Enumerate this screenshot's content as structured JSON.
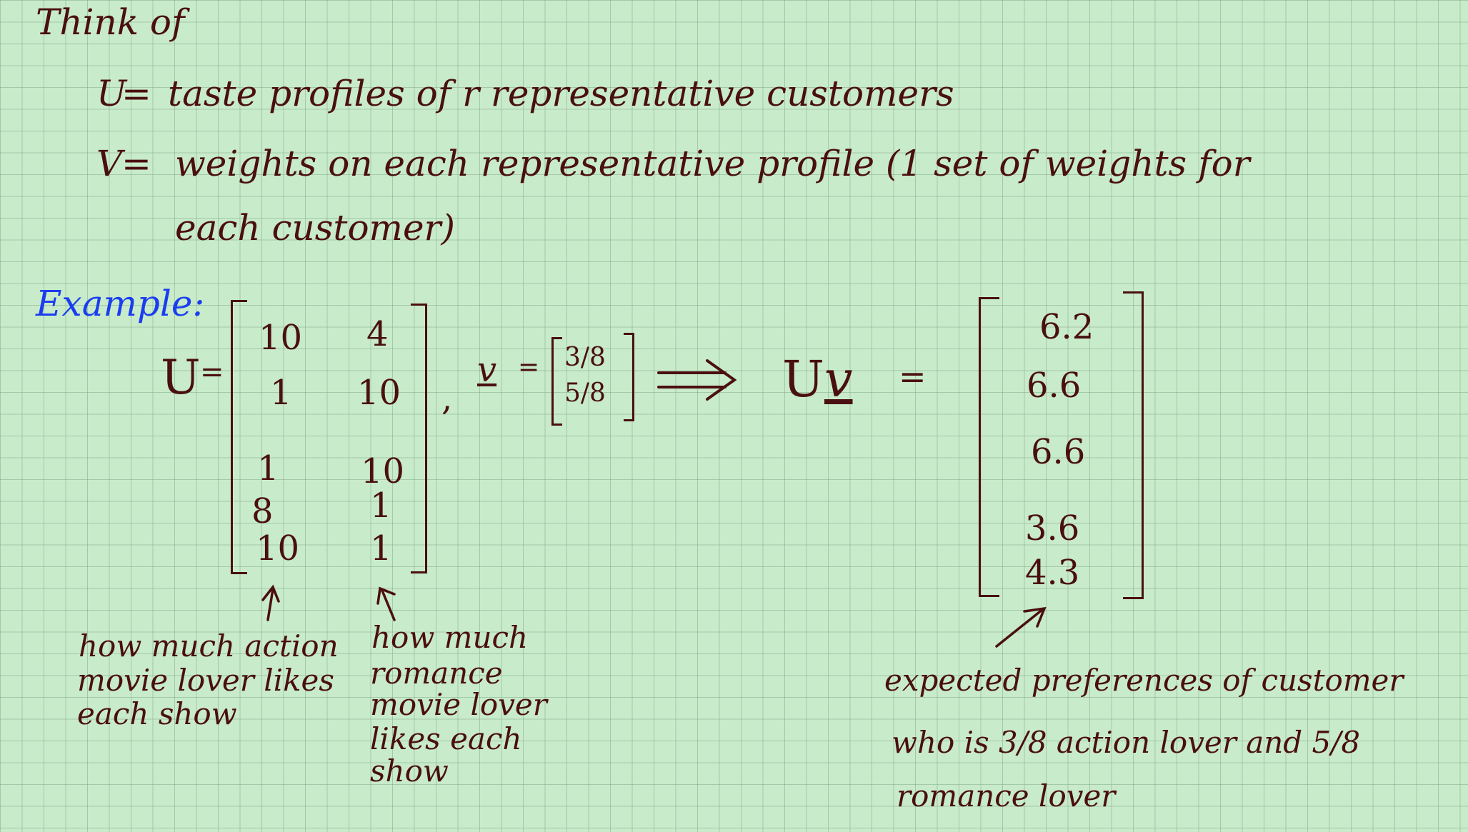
{
  "heading": "Think of",
  "definitions": {
    "u_label": "U",
    "u_text": "taste profiles of r representative customers",
    "v_label": "V",
    "v_text_line1": "weights on each representative profile (1 set of weights for",
    "v_text_line2": "each customer)"
  },
  "example_label": "Example:",
  "matrix_u": {
    "label": "U",
    "rows": [
      [
        "10",
        "4"
      ],
      [
        "1",
        "10"
      ],
      [
        "1",
        "10"
      ],
      [
        "8",
        "1"
      ],
      [
        "10",
        "1"
      ]
    ]
  },
  "vector_v": {
    "label": "v",
    "entries": [
      "3/8",
      "5/8"
    ]
  },
  "product": {
    "label": "Uv",
    "equals": "=",
    "entries": [
      "6.2",
      "6.6",
      "6.6",
      "3.6",
      "4.3"
    ]
  },
  "annotations": {
    "action": [
      "how much action",
      "movie lover likes",
      "each show"
    ],
    "romance": [
      "how much",
      "romance",
      "movie lover",
      "likes each",
      "show"
    ],
    "expected": [
      "expected preferences of customer",
      "who is 3/8 action lover and 5/8",
      "romance lover"
    ]
  },
  "colors": {
    "ink": "#4a0f10",
    "example": "#1b3df0",
    "paper": "#c8ebc9",
    "grid": "#7aa082"
  }
}
